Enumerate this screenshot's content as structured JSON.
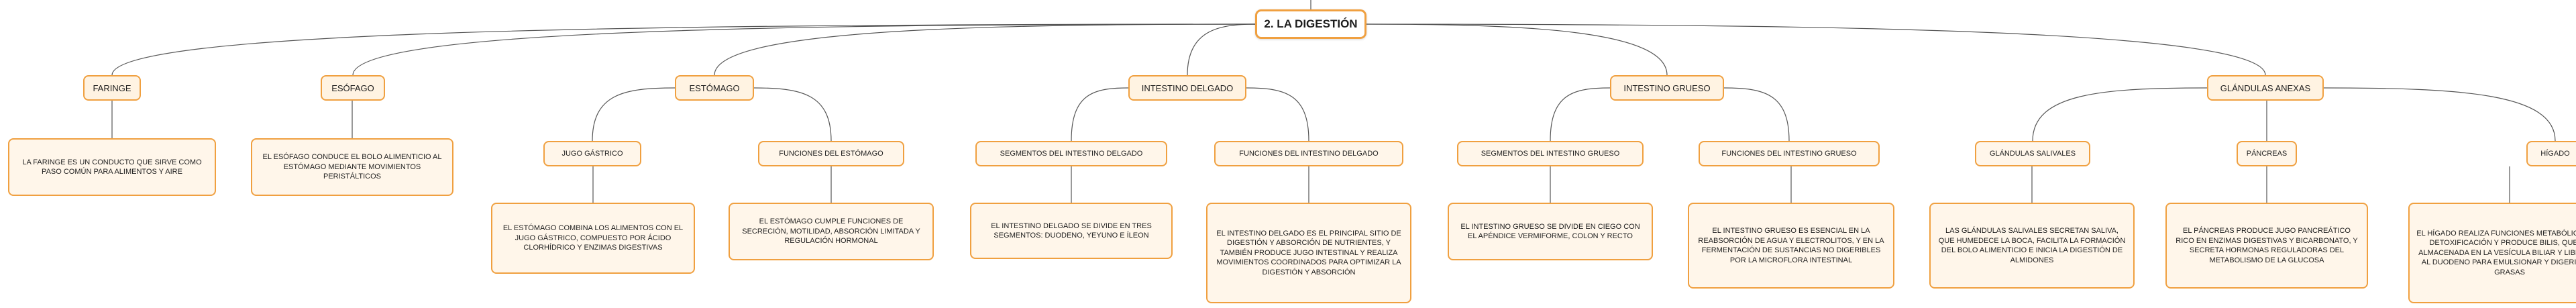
{
  "title": "2. LA DIGESTIÓN",
  "nodes": {
    "faringe": "FARINGE",
    "faringe_desc": "LA FARINGE ES UN CONDUCTO QUE SIRVE COMO PASO COMÚN PARA ALIMENTOS Y AIRE",
    "esofago": "ESÓFAGO",
    "esofago_desc": "EL ESÓFAGO CONDUCE EL BOLO ALIMENTICIO AL ESTÓMAGO MEDIANTE MOVIMIENTOS PERISTÁLTICOS",
    "estomago": "ESTÓMAGO",
    "jugo": "JUGO GÁSTRICO",
    "jugo_desc": "EL ESTÓMAGO COMBINA LOS ALIMENTOS CON EL JUGO GÁSTRICO, COMPUESTO POR ÁCIDO CLORHÍDRICO Y ENZIMAS DIGESTIVAS",
    "func_est": "FUNCIONES DEL ESTÓMAGO",
    "func_est_desc": "EL ESTÓMAGO CUMPLE FUNCIONES DE SECRECIÓN, MOTILIDAD, ABSORCIÓN LIMITADA Y REGULACIÓN HORMONAL",
    "delgado": "INTESTINO DELGADO",
    "seg_delgado": "SEGMENTOS DEL INTESTINO DELGADO",
    "seg_delgado_desc": "EL INTESTINO DELGADO SE DIVIDE EN TRES SEGMENTOS: DUODENO, YEYUNO E ÍLEON",
    "func_delgado": "FUNCIONES DEL INTESTINO DELGADO",
    "func_delgado_desc": "EL INTESTINO DELGADO ES EL PRINCIPAL SITIO DE DIGESTIÓN Y ABSORCIÓN DE NUTRIENTES, Y TAMBIÉN PRODUCE JUGO INTESTINAL Y REALIZA MOVIMIENTOS COORDINADOS PARA OPTIMIZAR LA DIGESTIÓN Y ABSORCIÓN",
    "grueso": "INTESTINO GRUESO",
    "seg_grueso": "SEGMENTOS DEL INTESTINO GRUESO",
    "seg_grueso_desc": "EL INTESTINO GRUESO SE DIVIDE EN CIEGO CON EL APÉNDICE VERMIFORME, COLON Y RECTO",
    "func_grueso": "FUNCIONES DEL INTESTINO GRUESO",
    "func_grueso_desc": "EL INTESTINO GRUESO ES ESENCIAL EN LA REABSORCIÓN DE AGUA Y ELECTROLITOS, Y EN LA FERMENTACIÓN DE SUSTANCIAS NO DIGERIBLES POR LA MICROFLORA INTESTINAL",
    "glandulas": "GLÁNDULAS ANEXAS",
    "salivales": "GLÁNDULAS SALIVALES",
    "salivales_desc": "LAS GLÁNDULAS SALIVALES SECRETAN SALIVA, QUE HUMEDECE LA BOCA, FACILITA LA FORMACIÓN DEL BOLO ALIMENTICIO E INICIA LA DIGESTIÓN DE ALMIDONES",
    "pancreas": "PÁNCREAS",
    "pancreas_desc": "EL PÁNCREAS PRODUCE JUGO PANCREÁTICO RICO EN ENZIMAS DIGESTIVAS Y BICARBONATO, Y SECRETA HORMONAS REGULADORAS DEL METABOLISMO DE LA GLUCOSA",
    "higado": "HÍGADO",
    "higado_desc": "EL HÍGADO REALIZA FUNCIONES METABÓLICAS, DE DETOXIFICACIÓN Y PRODUCE BILIS, QUE ES ALMACENADA EN LA VESÍCULA BILIAR Y LIBERADA AL DUODENO PARA EMULSIONAR Y DIGERIR LAS GRASAS"
  },
  "colors": {
    "border": "#f0a040",
    "fill": "#fff6ea",
    "line": "#555555"
  }
}
